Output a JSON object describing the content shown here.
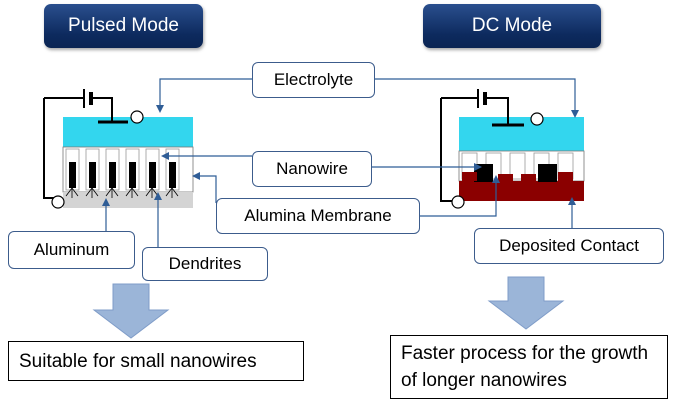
{
  "modes": {
    "pulsed": "Pulsed Mode",
    "dc": "DC Mode"
  },
  "labels": {
    "electrolyte": "Electrolyte",
    "nanowire": "Nanowire",
    "alumina_membrane": "Alumina Membrane",
    "aluminum": "Aluminum",
    "dendrites": "Dendrites",
    "deposited_contact": "Deposited Contact"
  },
  "results": {
    "pulsed": "Suitable for small nanowires",
    "dc_line1": "Faster process for the growth",
    "dc_line2": "of longer nanowires"
  },
  "colors": {
    "electrolyte": "#33d6ee",
    "membrane": "#ffffff",
    "nanowire": "#000000",
    "aluminum": "#d4d4d4",
    "contact": "#8b0000",
    "title_fill": "#0f2c62",
    "arrow_fill": "#9bb5d8"
  }
}
